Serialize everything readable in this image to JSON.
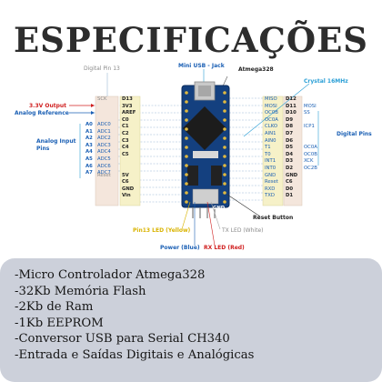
{
  "title": "ESPECIFICAÇÕES",
  "diagram": {
    "labels": {
      "digital_pin_13": "Digital Pin 13",
      "mini_usb": "Mini USB - Jack",
      "atmega": "Atmega328",
      "crystal": "Crystal 16MHz",
      "v33_output": "3.3V Output",
      "analog_reference": "Analog Reference",
      "analog_input_pins": "Analog Input\nPins",
      "digital_pins": "Digital Pins",
      "reset_button": "Reset Button",
      "pin13_led": "Pin13 LED (Yellow)",
      "tx_led": "TX LED (White)",
      "power_led": "Power (Blue)",
      "rx_led": "RX LED (Red)"
    },
    "left_outer": "A0\nA1\nA2\nA3\nA4\nA5\nA6\nA7",
    "left_adc": "ADC0\nADC1\nADC2\nADC3\nADC4\nADC5\nADC6\nADC7",
    "left_col_a": "SCK\n\n\n\n\n\n\n\n\n\n\nReset",
    "left_col_b": "D13\n3V3\nAREF\nC0\nC1\nC2\nC3\nC4\nC5\n\n\n5V\nC6\nGND\nVin",
    "right_col_a": "MISO\nMOSI\nOC0B\nOC0A\nCLKO\nAIN1\nAIN0\nT1\nT0\nINT1\nINT0\nGND\nReset\nRXD\nTXD",
    "right_col_b": "D12\nD11\nD10\nD9\nD8\nD7\nD6\nD5\nD4\nD3\nD2\nGND\nC6\nD0\nD1",
    "right_col_c": "\nMOSI\nSS\n\nICP1\n\n\nOC0A\nOC0B\nXCK\nOC2B",
    "board_gnd_label": "GND"
  },
  "specs": [
    "-Micro Controlador Atmega328",
    "-32Kb Memória Flash",
    "-2Kb de Ram",
    "-1Kb EEPROM",
    "-Conversor USB para Serial CH340",
    "-Entrada e Saídas Digitais e Analógicas"
  ]
}
